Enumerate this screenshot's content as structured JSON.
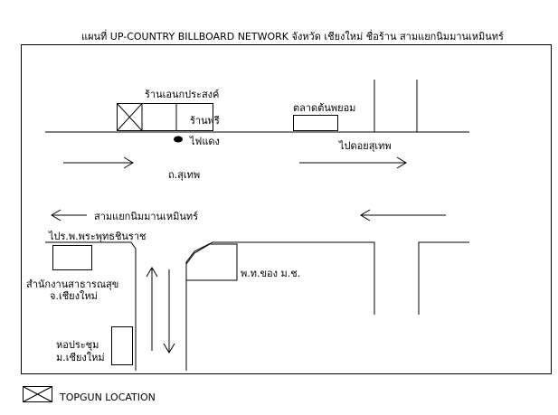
{
  "title": "แผนที่ UP-COUNTRY BILLBOARD NETWORK จังหวัด เชียงใหม่ ชื่อร้าน สามแยกนิมมานเหมินทร์",
  "labels": {
    "shop_name": "ร้านเอนกประสงค์",
    "shop_pree": "ร้านพรี",
    "traffic_light": "ไฟแดง",
    "market": "ตลาดต้นพยอม",
    "to_doi_suthep": "ไปดอยสุเทพ",
    "road_suthep": "ถ.สุเทพ",
    "nimman_junction": "สามแยกนิมมานเหมินทร์",
    "to_hospital": "ไปร.พ.พระพุทธชินราช",
    "health_office_line1": "สำนักงานสาธารณสุข",
    "health_office_line2": "จ.เชียงใหม่",
    "cmu_building": "พ.ท.ของ ม.ช.",
    "hall_line1": "หอประชุม",
    "hall_line2": "ม.เชียงใหม่"
  },
  "legend": {
    "label": "TOPGUN LOCATION",
    "icon": "boxed-x-icon"
  }
}
